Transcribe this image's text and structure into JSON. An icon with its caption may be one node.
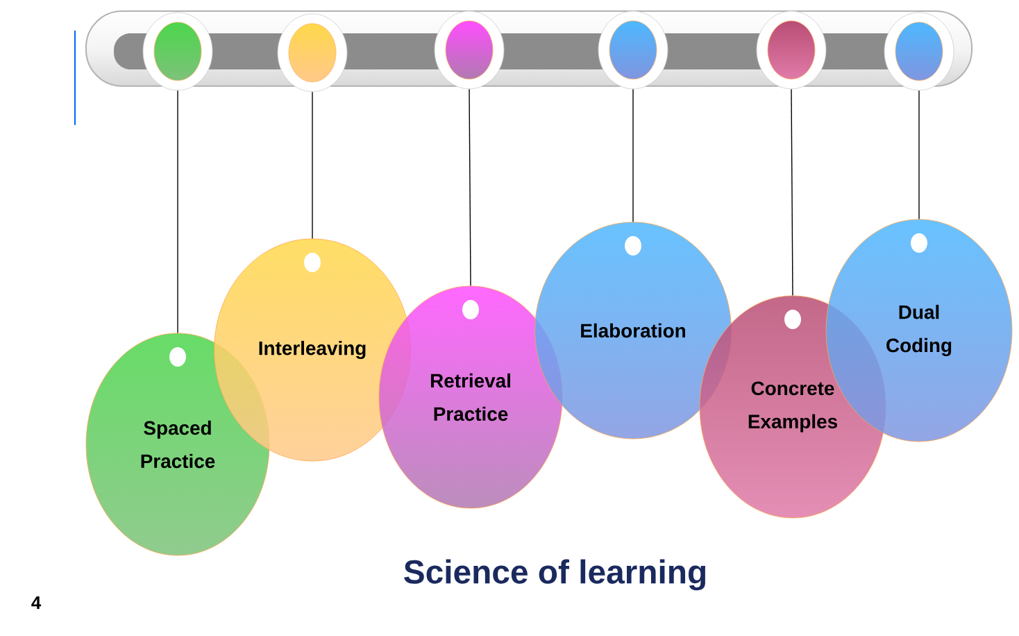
{
  "diagram": {
    "title": "Science of learning",
    "nodes": [
      {
        "text": [],
        "shape": "bar"
      },
      {
        "text": [],
        "shape": "circle",
        "in": 0
      },
      {
        "text": [],
        "shape": "circle",
        "in": 0
      },
      {
        "text": [],
        "shape": "circle",
        "in": 0
      },
      {
        "text": [],
        "shape": "circle",
        "in": 0
      },
      {
        "text": [],
        "shape": "circle",
        "in": 0
      },
      {
        "text": [],
        "shape": "circle",
        "in": 0
      },
      {
        "text": [
          "Spaced Practice"
        ]
      },
      {
        "text": [
          "Interleaving"
        ]
      },
      {
        "text": [
          "Retrieval Practice"
        ]
      },
      {
        "text": [
          "Elaboration"
        ]
      },
      {
        "text": [
          "Concrete Examples"
        ]
      },
      {
        "text": [
          "Dual Coding"
        ]
      }
    ],
    "edges": [
      {
        "from": 1,
        "to": 7,
        "arrow": "none"
      },
      {
        "from": 2,
        "to": 8,
        "arrow": "none"
      },
      {
        "from": 3,
        "to": 9,
        "arrow": "none"
      },
      {
        "from": 4,
        "to": 10,
        "arrow": "none"
      },
      {
        "from": 5,
        "to": 11,
        "arrow": "none"
      },
      {
        "from": 6,
        "to": 12,
        "arrow": "none"
      }
    ],
    "labels": [
      "4"
    ]
  }
}
